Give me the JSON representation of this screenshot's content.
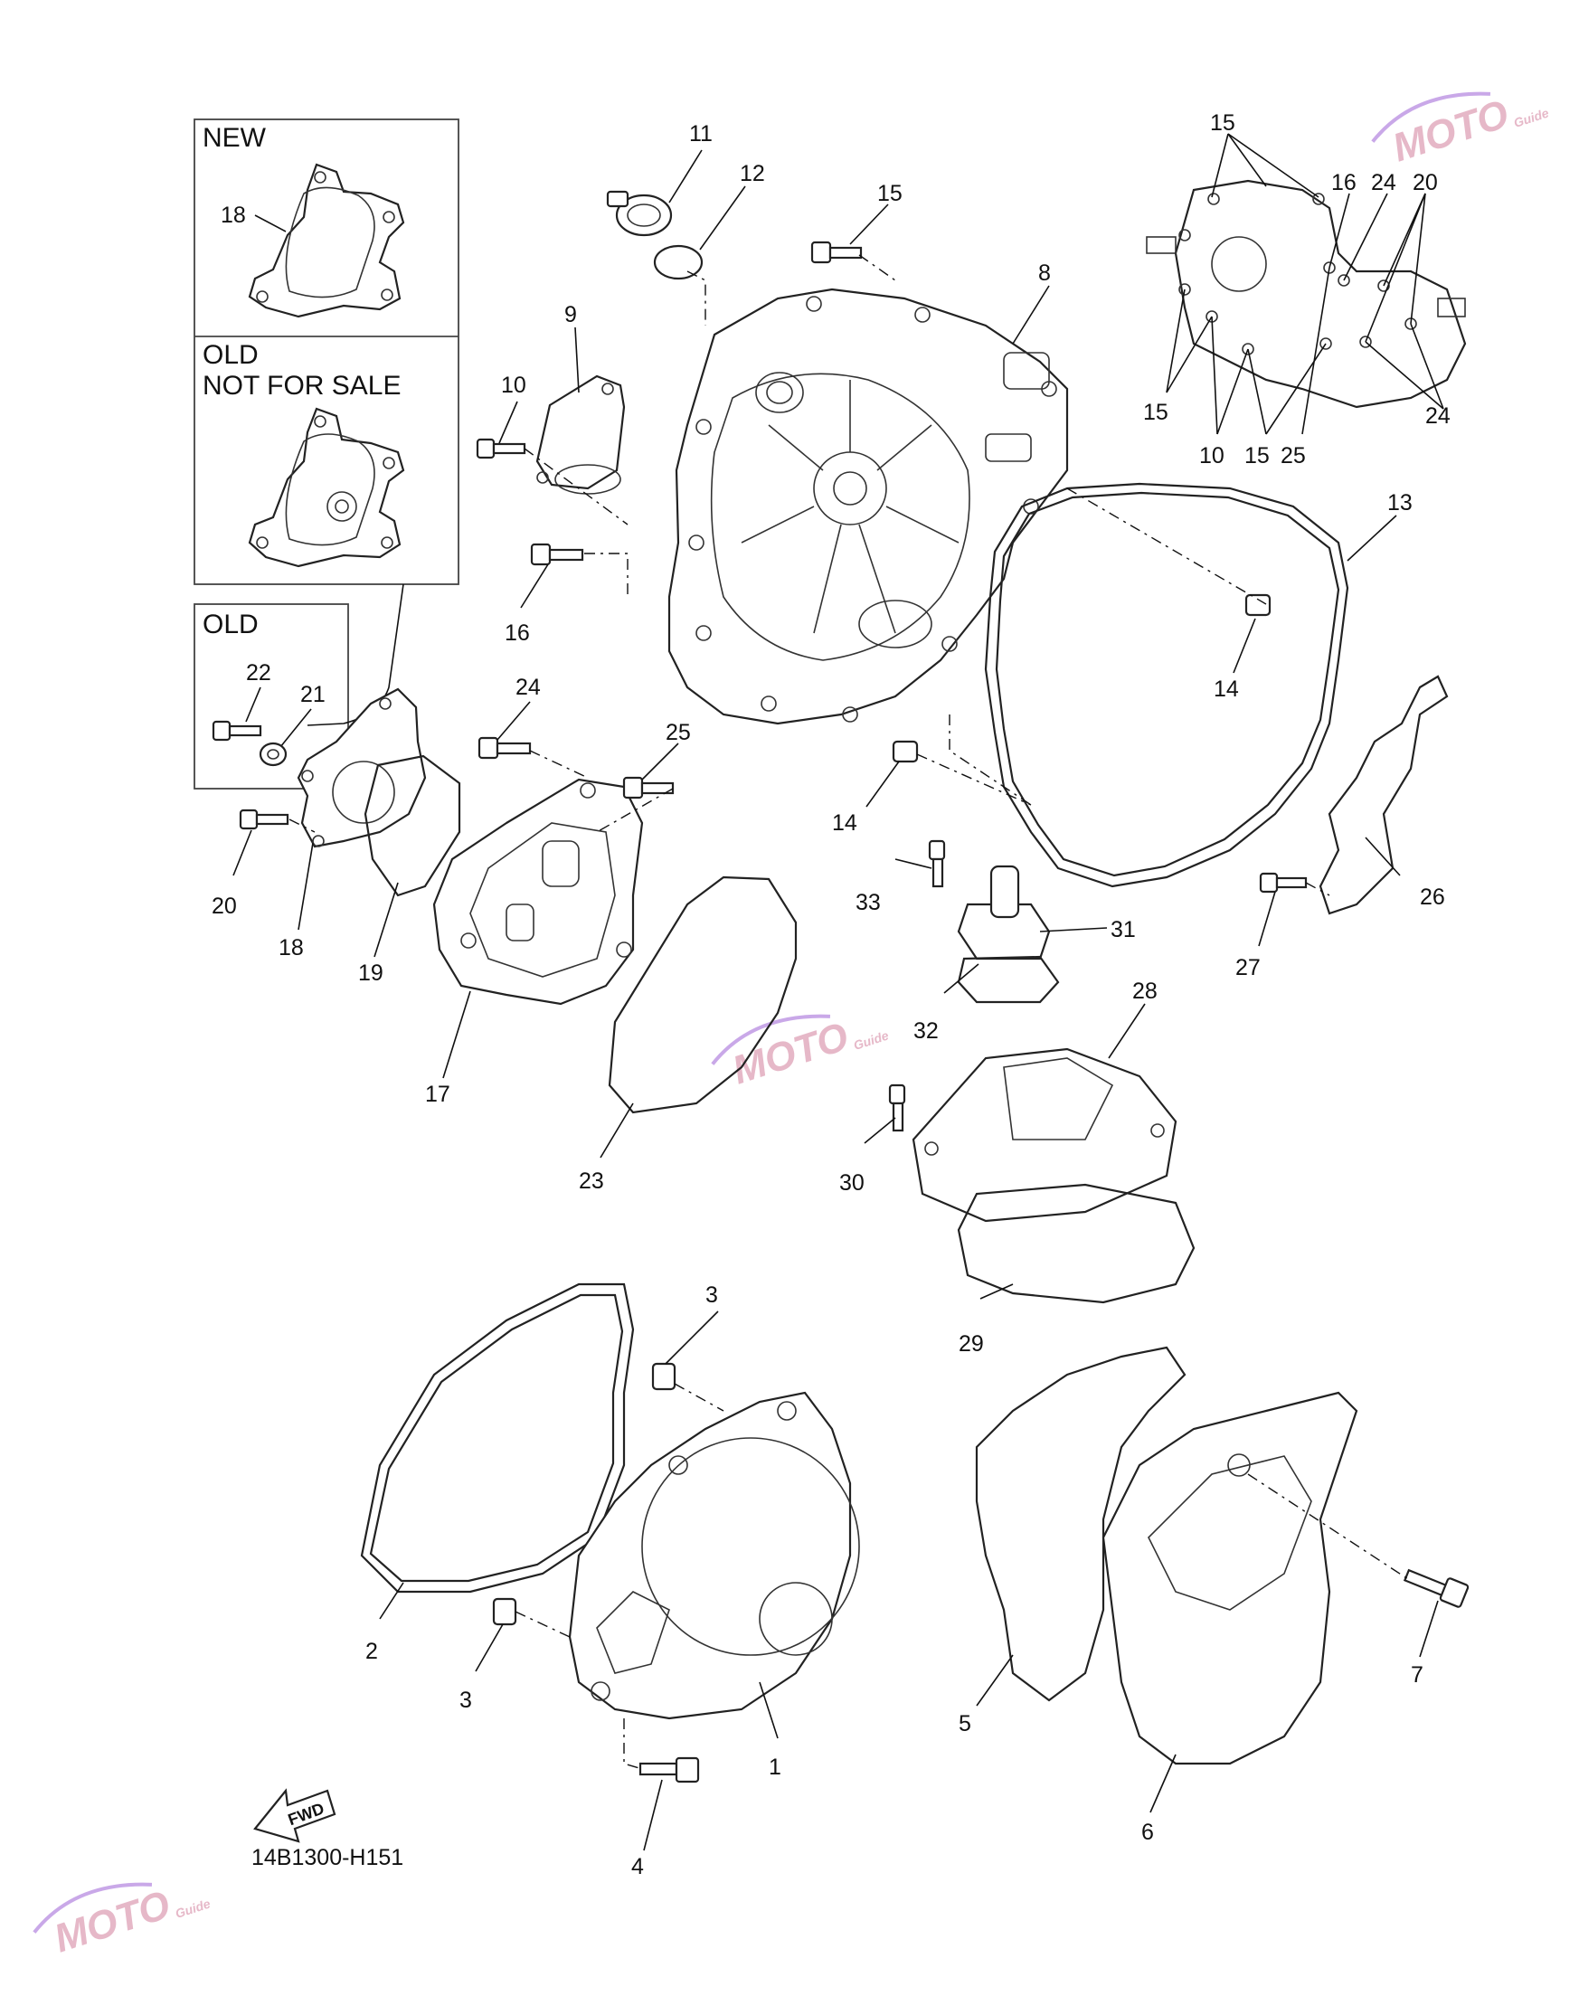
{
  "diagram_code": "14B1300-H151",
  "fwd_label": "FWD",
  "boxes": {
    "new": {
      "title": "NEW",
      "part": "18"
    },
    "old_not_for_sale": {
      "title_line1": "OLD",
      "title_line2": "NOT FOR SALE"
    },
    "old": {
      "title": "OLD",
      "parts": [
        "22",
        "21"
      ]
    }
  },
  "watermark": {
    "text": "MOTO",
    "subtext": "Guide"
  },
  "callouts": [
    {
      "id": "c1",
      "label": "1"
    },
    {
      "id": "c2",
      "label": "2"
    },
    {
      "id": "c3a",
      "label": "3"
    },
    {
      "id": "c3b",
      "label": "3"
    },
    {
      "id": "c4",
      "label": "4"
    },
    {
      "id": "c5",
      "label": "5"
    },
    {
      "id": "c6",
      "label": "6"
    },
    {
      "id": "c7",
      "label": "7"
    },
    {
      "id": "c8",
      "label": "8"
    },
    {
      "id": "c9",
      "label": "9"
    },
    {
      "id": "c10",
      "label": "10"
    },
    {
      "id": "c11",
      "label": "11"
    },
    {
      "id": "c12",
      "label": "12"
    },
    {
      "id": "c13",
      "label": "13"
    },
    {
      "id": "c14a",
      "label": "14"
    },
    {
      "id": "c14b",
      "label": "14"
    },
    {
      "id": "c15",
      "label": "15"
    },
    {
      "id": "c16",
      "label": "16"
    },
    {
      "id": "c17",
      "label": "17"
    },
    {
      "id": "c18",
      "label": "18"
    },
    {
      "id": "c19",
      "label": "19"
    },
    {
      "id": "c20",
      "label": "20"
    },
    {
      "id": "c23",
      "label": "23"
    },
    {
      "id": "c24",
      "label": "24"
    },
    {
      "id": "c25",
      "label": "25"
    },
    {
      "id": "c26",
      "label": "26"
    },
    {
      "id": "c27",
      "label": "27"
    },
    {
      "id": "c28",
      "label": "28"
    },
    {
      "id": "c29",
      "label": "29"
    },
    {
      "id": "c30",
      "label": "30"
    },
    {
      "id": "c31",
      "label": "31"
    },
    {
      "id": "c32",
      "label": "32"
    },
    {
      "id": "c33",
      "label": "33"
    },
    {
      "id": "k15a",
      "label": "15"
    },
    {
      "id": "k16",
      "label": "16"
    },
    {
      "id": "k24a",
      "label": "24"
    },
    {
      "id": "k20",
      "label": "20"
    },
    {
      "id": "k15b",
      "label": "15"
    },
    {
      "id": "k10",
      "label": "10"
    },
    {
      "id": "k15c",
      "label": "15"
    },
    {
      "id": "k25",
      "label": "25"
    },
    {
      "id": "k24b",
      "label": "24"
    }
  ]
}
